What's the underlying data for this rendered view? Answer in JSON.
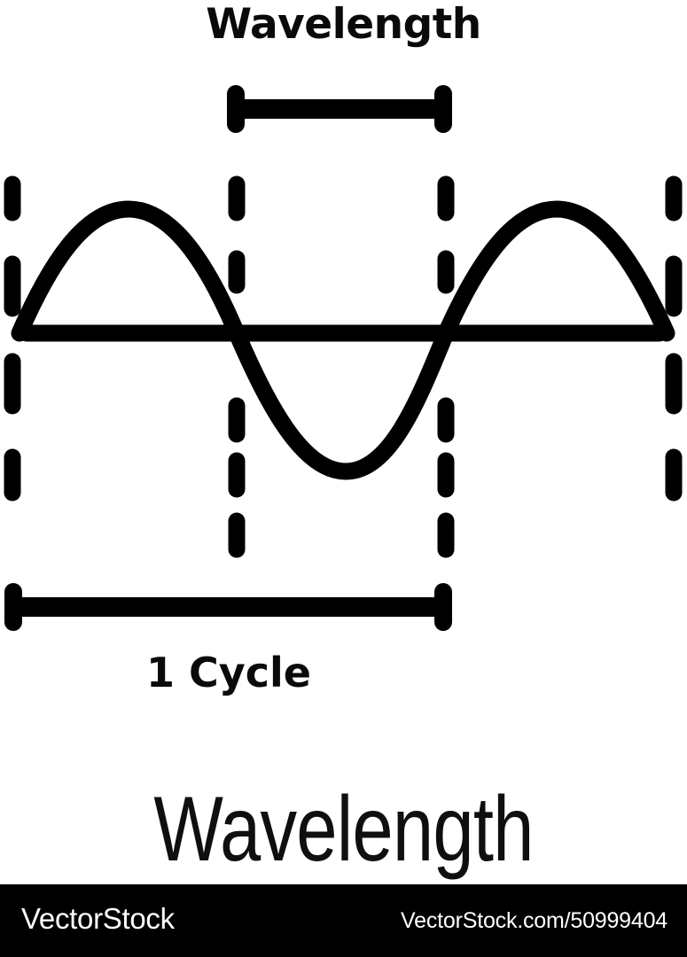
{
  "figure": {
    "top_title": "Wavelength",
    "cycle_label": "1 Cycle",
    "bottom_title": "Wavelength"
  },
  "footer": {
    "brand": "VectorStock",
    "url": "VectorStock.com/50999404",
    "background_color": "#000000",
    "text_color": "#ffffff"
  },
  "style": {
    "ink_color": "#000000",
    "paper_color": "#ffffff"
  },
  "chart_data": {
    "type": "line",
    "title": "Wavelength",
    "xlabel": "",
    "ylabel": "",
    "grid": false,
    "legend": "none",
    "annotations": [
      {
        "name": "wavelength-bracket",
        "label": "Wavelength",
        "x_start": 258,
        "x_end": 508,
        "note": "measure bar spanning one full wavelength above the wave"
      },
      {
        "name": "cycle-bracket",
        "label": "1 Cycle",
        "x_start": 8,
        "x_end": 508,
        "note": "measure bar spanning one full cycle below the wave"
      }
    ],
    "guide_lines_x": [
      14,
      267,
      503,
      760
    ],
    "axis_y": 376,
    "amplitude": 140,
    "period": 490,
    "wave_start_x": 22,
    "wave_end_x": 752,
    "peak_y": 236,
    "trough_y": 532,
    "series": [
      {
        "name": "sine wave",
        "x": [
          22,
          53,
          84,
          114,
          145,
          176,
          206,
          237,
          268,
          298,
          329,
          360,
          390,
          421,
          452,
          482,
          513,
          544,
          574,
          605,
          636,
          666,
          697,
          728,
          752
        ],
        "y": [
          376,
          322,
          277,
          248,
          236,
          242,
          266,
          308,
          358,
          411,
          459,
          499,
          524,
          532,
          521,
          492,
          449,
          396,
          340,
          292,
          257,
          238,
          237,
          255,
          290
        ]
      }
    ]
  }
}
